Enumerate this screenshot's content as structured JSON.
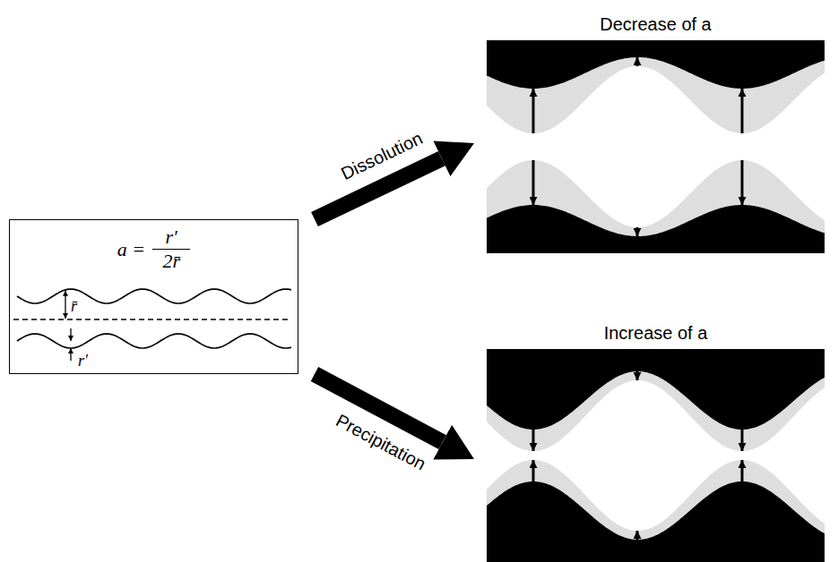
{
  "diagram": {
    "nodes": [
      {
        "text": [
          "a =",
          "r′",
          "2r̄",
          "r̄",
          "r′"
        ]
      },
      {
        "text": [
          "Decrease of a"
        ]
      },
      {
        "text": [
          "Increase of a"
        ]
      }
    ],
    "edges": [
      {
        "from": 0,
        "to": 1,
        "arrow": "to",
        "label": "Dissolution"
      },
      {
        "from": 0,
        "to": 2,
        "arrow": "to",
        "label": "Precipitation"
      }
    ]
  }
}
